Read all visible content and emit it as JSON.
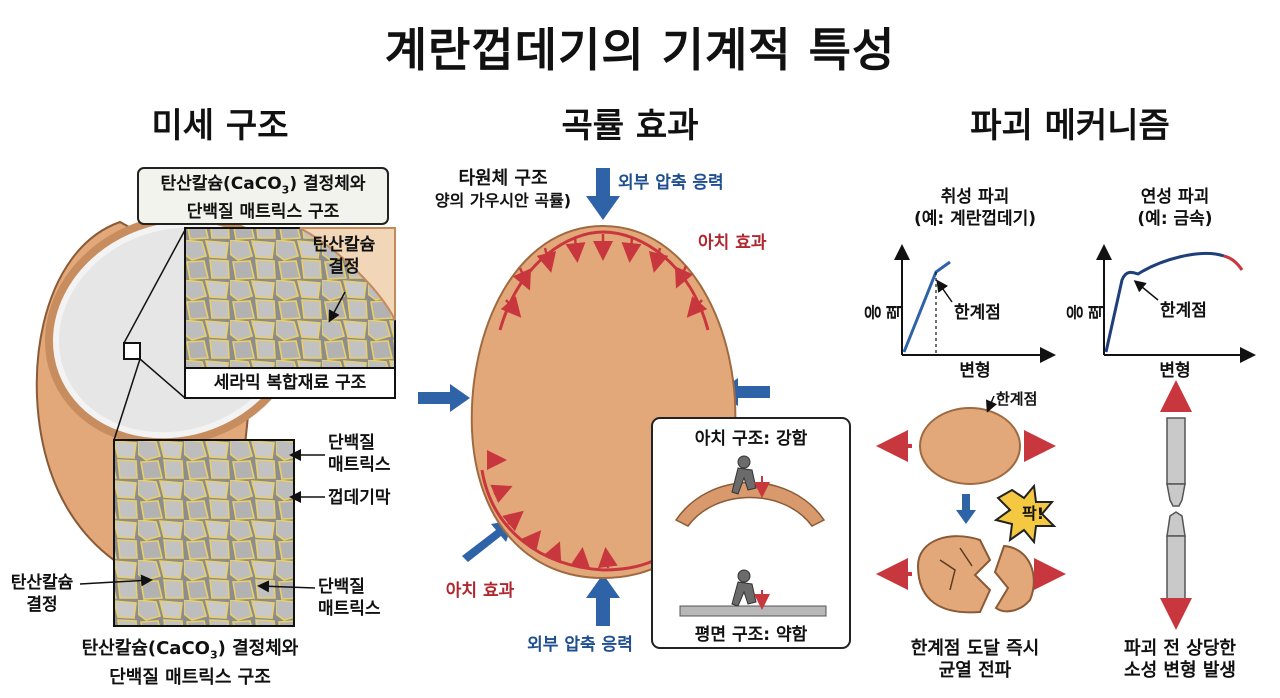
{
  "title": "계란껍데기의 기계적 특성",
  "sections": {
    "micro": "미세 구조",
    "curve": "곡률 효과",
    "fracture": "파괴 메커니즘"
  },
  "micro": {
    "top_box_line1": "탄산칼슘(CaCO",
    "top_box_sub": "3",
    "top_box_line1_end": ") 결정체와",
    "top_box_line2": "단백질 매트릭스 구조",
    "crystal_label_1": "탄산칼슘",
    "crystal_label_2": "결정",
    "ceramic_label": "세라믹 복합재료 구조",
    "protein_label_1": "단백질",
    "protein_label_2": "매트릭스",
    "membrane_label": "껍데기막",
    "crystal_bl_1": "탄산칼슘",
    "crystal_bl_2": "결정",
    "protein_br_1": "단백질",
    "protein_br_2": "매트릭스",
    "bottom_line1": "탄산칼슘(CaCO",
    "bottom_sub": "3",
    "bottom_line1_end": ") 결정체와",
    "bottom_line2": "단백질 매트릭스 구조"
  },
  "curve": {
    "ellipse_line1": "타원체 구조",
    "ellipse_line2": "양의 가우시안 곡률)",
    "ext_top": "외부 압축 응력",
    "arch_top": "아치 효과",
    "arch_bottom": "아치 효과",
    "ext_bottom": "외부 압축 응력",
    "arch_strong": "아치 구조: 강함",
    "flat_weak": "평면 구조: 약함"
  },
  "fracture": {
    "brittle_title_1": "취성 파괴",
    "brittle_title_2": "(예: 계란껍데기)",
    "ductile_title_1": "연성 파괴",
    "ductile_title_2": "(예: 금속)",
    "y_axis": "응력",
    "x_axis": "변형",
    "limit_point": "한계점",
    "egg_limit": "한계점",
    "pop": "팍!",
    "brittle_result_1": "한계점 도달 즉시",
    "brittle_result_2": "균열 전파",
    "ductile_result_1": "파괴 전 상당한",
    "ductile_result_2": "소성 변형 발생"
  },
  "colors": {
    "egg": "#e3a87a",
    "egg_dark": "#b9774a",
    "blue_arrow": "#2f63a8",
    "red_arrow": "#c8373d",
    "curve_blue": "#1f3f7a"
  }
}
